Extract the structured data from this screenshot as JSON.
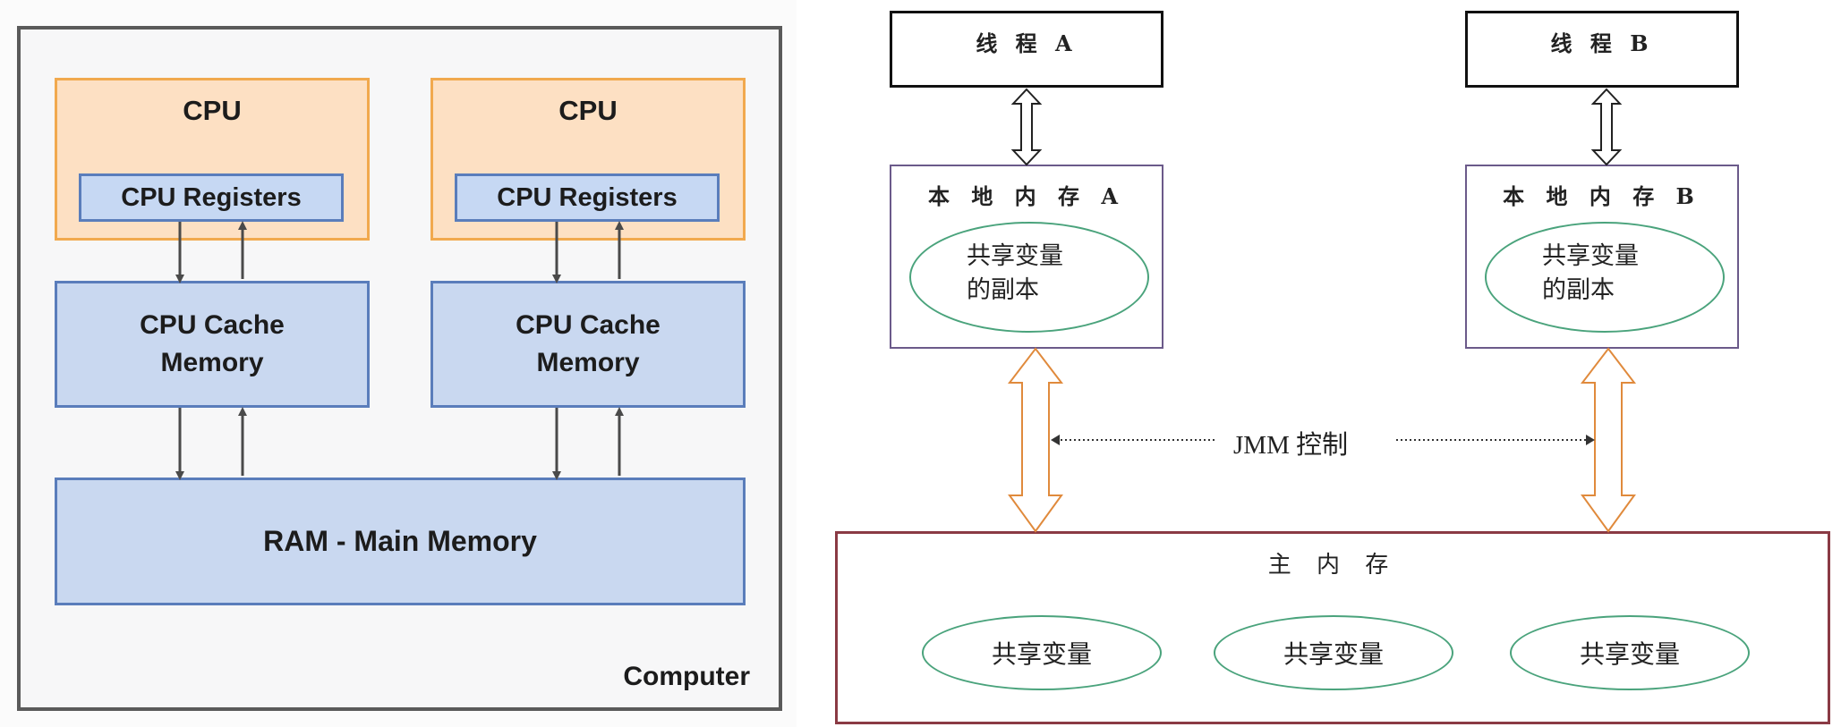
{
  "hardware_model": {
    "container_label": "Computer",
    "cpus": [
      {
        "title": "CPU",
        "registers_label": "CPU Registers",
        "cache_label_lines": [
          "CPU Cache",
          "Memory"
        ]
      },
      {
        "title": "CPU",
        "registers_label": "CPU Registers",
        "cache_label_lines": [
          "CPU Cache",
          "Memory"
        ]
      }
    ],
    "ram_label": "RAM - Main Memory",
    "colors": {
      "cpu_fill": "#fde0c3",
      "cpu_border": "#f1a94e",
      "memory_fill": "#c9d8f0",
      "memory_border": "#5a7dbb",
      "arrow": "#4a4a4a"
    }
  },
  "jmm_model": {
    "threads": [
      {
        "title": "线 程 A",
        "local_memory_title": "本 地 内 存 A",
        "copy_lines": [
          "共享变量",
          "的副本"
        ]
      },
      {
        "title": "线 程 B",
        "local_memory_title": "本 地 内 存 B",
        "copy_lines": [
          "共享变量",
          "的副本"
        ]
      }
    ],
    "control_label": "JMM 控制",
    "main_memory": {
      "title": "主 内 存",
      "shared_variables": [
        "共享变量",
        "共享变量",
        "共享变量"
      ]
    },
    "colors": {
      "ellipse_border": "#4aa37c",
      "sync_arrow": "#e08a3c",
      "main_border": "#8a3a44",
      "local_border": "#6b5a8a"
    }
  }
}
